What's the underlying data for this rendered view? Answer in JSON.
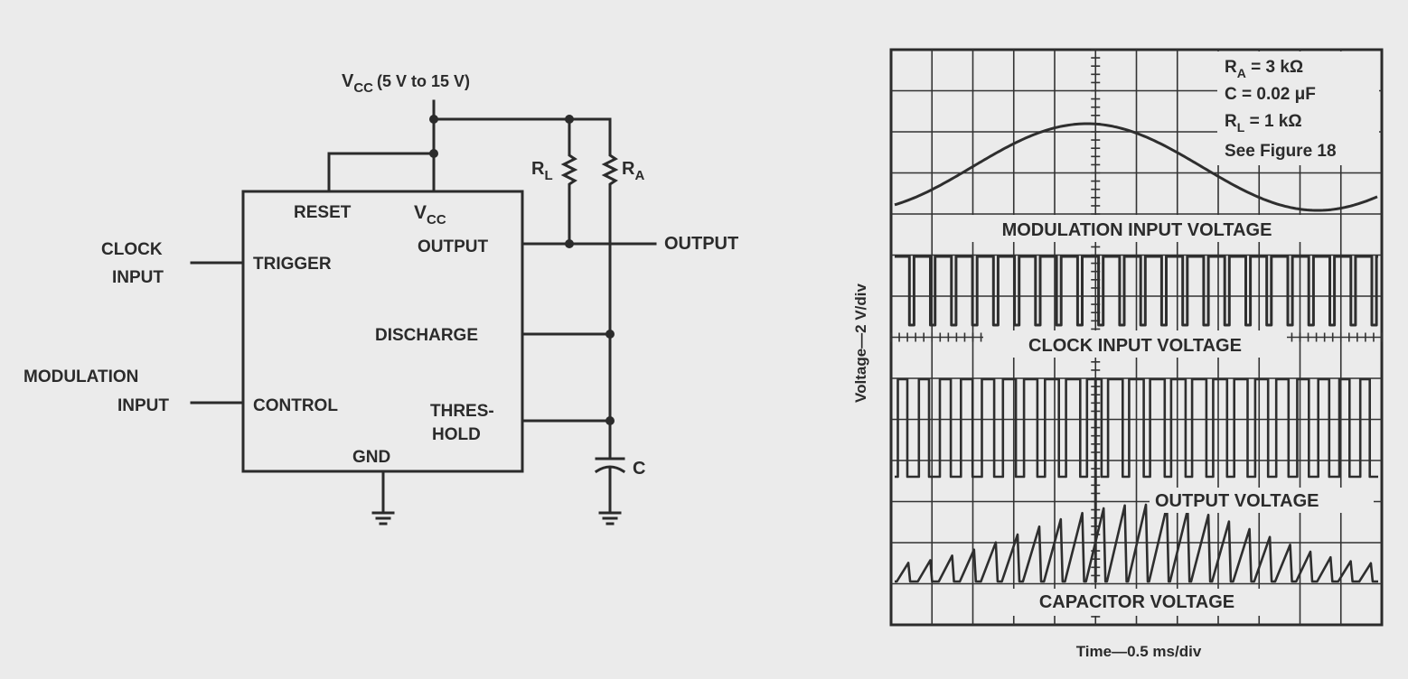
{
  "schematic": {
    "vcc": {
      "main": "V",
      "sub": "CC",
      "range": "(5 V to 15 V)"
    },
    "chip": {
      "reset": "RESET",
      "vcc": {
        "main": "V",
        "sub": "CC"
      },
      "output": "OUTPUT",
      "trigger": "TRIGGER",
      "discharge": "DISCHARGE",
      "control": "CONTROL",
      "threshold_line1": "THRES-",
      "threshold_line2": "HOLD",
      "gnd": "GND"
    },
    "inputs": {
      "clock_line1": "CLOCK",
      "clock_line2": "INPUT",
      "modulation_line1": "MODULATION",
      "modulation_line2": "INPUT"
    },
    "output_label": "OUTPUT",
    "rl": {
      "main": "R",
      "sub": "L"
    },
    "ra": {
      "main": "R",
      "sub": "A"
    },
    "c_label": "C"
  },
  "scope": {
    "notes": [
      {
        "main": "R",
        "sub": "A",
        "rest": " = 3 kΩ"
      },
      {
        "main": "C = 0.02 μF",
        "sub": "",
        "rest": ""
      },
      {
        "main": "R",
        "sub": "L",
        "rest": " = 1 kΩ"
      },
      {
        "main": "See Figure 18",
        "sub": "",
        "rest": ""
      }
    ],
    "trace_labels": {
      "modulation": "MODULATION INPUT VOLTAGE",
      "clock": "CLOCK INPUT VOLTAGE",
      "output": "OUTPUT VOLTAGE",
      "capacitor": "CAPACITOR VOLTAGE"
    },
    "ylabel": "Voltage—2 V/div",
    "xlabel": "Time—0.5 ms/div",
    "clock_pulses": 23
  }
}
